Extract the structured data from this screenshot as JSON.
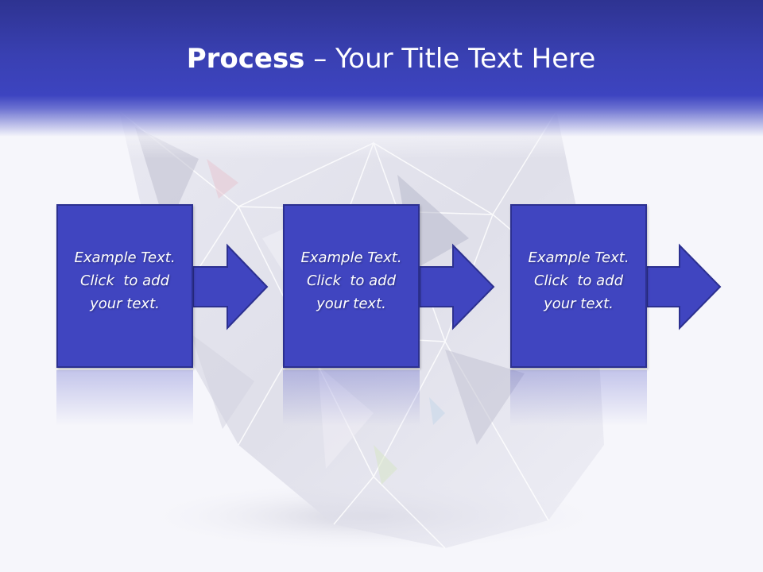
{
  "slide": {
    "title_bold": "Process",
    "title_rest": " – Your Title Text Here"
  },
  "steps": [
    {
      "line1": "Example Text.",
      "line2": "Click  to add",
      "line3": "your text."
    },
    {
      "line1": "Example Text.",
      "line2": "Click  to add",
      "line3": "your text."
    },
    {
      "line1": "Example Text.",
      "line2": "Click  to add",
      "line3": "your text."
    }
  ],
  "colors": {
    "header": "#3940b2",
    "box_fill": "#4045c0",
    "box_border": "#2c3090"
  }
}
